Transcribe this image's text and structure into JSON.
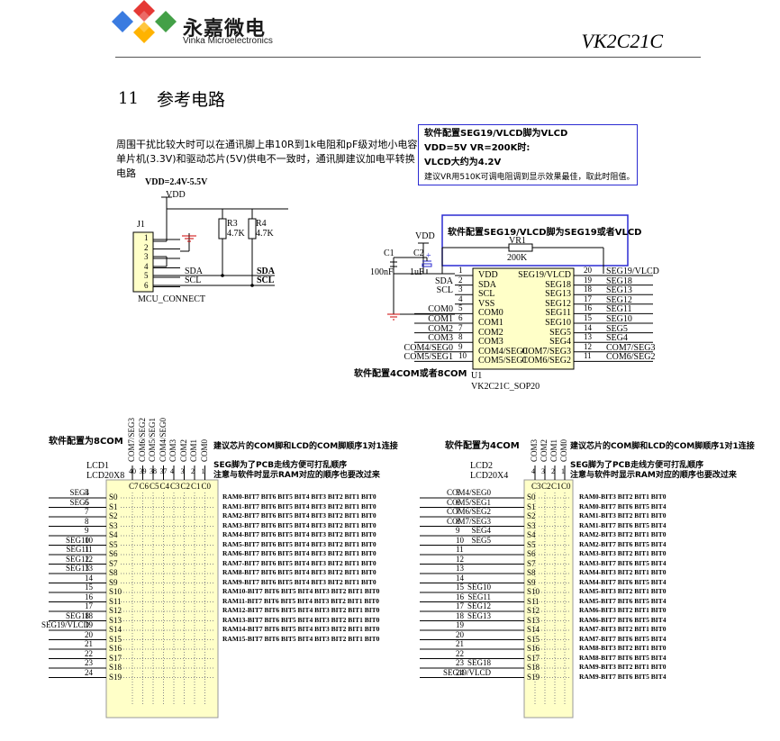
{
  "header": {
    "logo_text": "永嘉微电",
    "logo_subtitle": "Vinka Microelectronics",
    "doc_id": "VK2C21C",
    "logo_colors": [
      "#3a7be0",
      "#e53935",
      "#ffb300",
      "#43a047"
    ]
  },
  "section": {
    "number": "11",
    "title": "参考电路"
  },
  "note_interference": "周围干扰比较大时可以在通讯脚上串10R到1k电阻和pF级对地小电容单片机(3.3V)和驱动芯片(5V)供电不一致时，通讯脚建议加电平转换电路",
  "vlcd_note": {
    "line1": "软件配置SEG19/VLCD脚为VLCD",
    "line2": "VDD=5V VR=200K时:",
    "line3": "VLCD大约为4.2V",
    "line4": "建议VR用510K可调电阻调到显示效果最佳，取此时阻值。"
  },
  "mcu": {
    "vdd_range": "VDD=2.4V-5.5V",
    "vdd": "VDD",
    "connector": "J1",
    "pins": [
      "1",
      "2",
      "3",
      "4",
      "5",
      "6"
    ],
    "r3": "R3",
    "r3_val": "4.7K",
    "r4": "R4",
    "r4_val": "4.7K",
    "sda": "SDA",
    "scl": "SCL",
    "sda_out": "SDA",
    "scl_out": "SCL",
    "name": "MCU_CONNECT"
  },
  "ic": {
    "vr_note": "软件配置SEG19/VLCD脚为SEG19或者VLCD",
    "vr": "VR1",
    "vr_val": "200K",
    "vdd": "VDD",
    "c1": "C1",
    "c1_val": "100nF",
    "c2": "C2",
    "c2_val": "1uF",
    "plus": "+",
    "ref": "U1",
    "part": "VK2C21C_SOP20",
    "com_note": "软件配置4COM或者8COM",
    "left_pins": [
      {
        "num": "1",
        "name": "VDD",
        "net": ""
      },
      {
        "num": "2",
        "name": "SDA",
        "net": "SDA"
      },
      {
        "num": "3",
        "name": "SCL",
        "net": "SCL"
      },
      {
        "num": "4",
        "name": "VSS",
        "net": ""
      },
      {
        "num": "5",
        "name": "COM0",
        "net": "COM0"
      },
      {
        "num": "6",
        "name": "COM1",
        "net": "COM1"
      },
      {
        "num": "7",
        "name": "COM2",
        "net": "COM2"
      },
      {
        "num": "8",
        "name": "COM3",
        "net": "COM3"
      },
      {
        "num": "9",
        "name": "COM4/SEG0",
        "net": "COM4/SEG0"
      },
      {
        "num": "10",
        "name": "COM5/SEG1",
        "net": "COM5/SEG1"
      }
    ],
    "right_pins": [
      {
        "num": "20",
        "name": "SEG19/VLCD",
        "net": "SEG19/VLCD"
      },
      {
        "num": "19",
        "name": "SEG18",
        "net": "SEG18"
      },
      {
        "num": "18",
        "name": "SEG13",
        "net": "SEG13"
      },
      {
        "num": "17",
        "name": "SEG12",
        "net": "SEG12"
      },
      {
        "num": "16",
        "name": "SEG11",
        "net": "SEG11"
      },
      {
        "num": "15",
        "name": "SEG10",
        "net": "SEG10"
      },
      {
        "num": "14",
        "name": "SEG5",
        "net": "SEG5"
      },
      {
        "num": "13",
        "name": "SEG4",
        "net": "SEG4"
      },
      {
        "num": "12",
        "name": "COM7/SEG3",
        "net": "COM7/SEG3"
      },
      {
        "num": "11",
        "name": "COM6/SEG2",
        "net": "COM6/SEG2"
      }
    ]
  },
  "lcd8": {
    "config": "软件配置为8COM",
    "ref": "LCD1",
    "part": "LCD20X8",
    "note1": "建议芯片的COM脚和LCD的COM脚顺序1对1连接",
    "note2": "SEG脚为了PCB走线方便可打乱顺序",
    "note3": "注意与软件时显示RAM对应的顺序也要改过来",
    "top_nets": [
      "COM7/SEG3",
      "COM6/SEG2",
      "COM5/SEG1",
      "COM4/SEG0",
      "COM3",
      "COM2",
      "COM1",
      "COM0"
    ],
    "top_pins": [
      "40",
      "39",
      "38",
      "37",
      "4",
      "3",
      "2",
      "1"
    ],
    "com_labels": [
      "C7",
      "C6",
      "C5",
      "C4",
      "C3",
      "C2",
      "C1",
      "C0"
    ],
    "rows": [
      {
        "net": "SEG4",
        "pin": "5",
        "s": "S0",
        "ram": "RAM0-BIT7  BIT6  BIT5  BIT4  BIT3  BIT2  BIT1  BIT0"
      },
      {
        "net": "SEG5",
        "pin": "6",
        "s": "S1",
        "ram": "RAM1-BIT7  BIT6  BIT5  BIT4  BIT3  BIT2  BIT1  BIT0"
      },
      {
        "net": "",
        "pin": "7",
        "s": "S2",
        "ram": "RAM2-BIT7  BIT6  BIT5  BIT4  BIT3  BIT2  BIT1  BIT0"
      },
      {
        "net": "",
        "pin": "8",
        "s": "S3",
        "ram": "RAM3-BIT7  BIT6  BIT5  BIT4  BIT3  BIT2  BIT1  BIT0"
      },
      {
        "net": "",
        "pin": "9",
        "s": "S4",
        "ram": "RAM4-BIT7  BIT6  BIT5  BIT4  BIT3  BIT2  BIT1  BIT0"
      },
      {
        "net": "SEG10",
        "pin": "10",
        "s": "S5",
        "ram": "RAM5-BIT7  BIT6  BIT5  BIT4  BIT3  BIT2  BIT1  BIT0"
      },
      {
        "net": "SEG11",
        "pin": "11",
        "s": "S6",
        "ram": "RAM6-BIT7  BIT6  BIT5  BIT4  BIT3  BIT2  BIT1  BIT0"
      },
      {
        "net": "SEG12",
        "pin": "12",
        "s": "S7",
        "ram": "RAM7-BIT7  BIT6  BIT5  BIT4  BIT3  BIT2  BIT1  BIT0"
      },
      {
        "net": "SEG13",
        "pin": "13",
        "s": "S8",
        "ram": "RAM8-BIT7  BIT6  BIT5  BIT4  BIT3  BIT2  BIT1  BIT0"
      },
      {
        "net": "",
        "pin": "14",
        "s": "S9",
        "ram": "RAM9-BIT7  BIT6  BIT5  BIT4  BIT3  BIT2  BIT1  BIT0"
      },
      {
        "net": "",
        "pin": "15",
        "s": "S10",
        "ram": "RAM10-BIT7  BIT6  BIT5 BIT4 BIT3  BIT2  BIT1  BIT0"
      },
      {
        "net": "",
        "pin": "16",
        "s": "S11",
        "ram": "RAM11-BIT7  BIT6  BIT5 BIT4 BIT3  BIT2  BIT1  BIT0"
      },
      {
        "net": "",
        "pin": "17",
        "s": "S12",
        "ram": "RAM12-BIT7  BIT6  BIT5 BIT4 BIT3  BIT2  BIT1  BIT0"
      },
      {
        "net": "SEG18",
        "pin": "18",
        "s": "S13",
        "ram": "RAM13-BIT7  BIT6  BIT5 BIT4 BIT3  BIT2  BIT1  BIT0"
      },
      {
        "net": "SEG19/VLCD",
        "pin": "19",
        "s": "S14",
        "ram": "RAM14-BIT7  BIT6  BIT5 BIT4 BIT3  BIT2  BIT1  BIT0"
      },
      {
        "net": "",
        "pin": "20",
        "s": "S15",
        "ram": "RAM15-BIT7  BIT6  BIT5 BIT4 BIT3  BIT2  BIT1  BIT0"
      },
      {
        "net": "",
        "pin": "21",
        "s": "S16",
        "ram": ""
      },
      {
        "net": "",
        "pin": "22",
        "s": "S17",
        "ram": ""
      },
      {
        "net": "",
        "pin": "23",
        "s": "S18",
        "ram": ""
      },
      {
        "net": "",
        "pin": "24",
        "s": "S19",
        "ram": ""
      }
    ]
  },
  "lcd4": {
    "config": "软件配置为4COM",
    "ref": "LCD2",
    "part": "LCD20X4",
    "note1": "建议芯片的COM脚和LCD的COM脚顺序1对1连接",
    "note2": "SEG脚为了PCB走线方便可打乱顺序",
    "note3": "注意与软件时显示RAM对应的顺序也要改过来",
    "top_nets": [
      "COM3",
      "COM2",
      "COM1",
      "COM0"
    ],
    "top_pins": [
      "4",
      "3",
      "2",
      "1"
    ],
    "com_labels": [
      "C3",
      "C2",
      "C1",
      "C0"
    ],
    "rows": [
      {
        "net": "COM4/SEG0",
        "pin": "5",
        "s": "S0",
        "ram": "RAM0-BIT3  BIT2  BIT1  BIT0"
      },
      {
        "net": "COM5/SEG1",
        "pin": "6",
        "s": "S1",
        "ram": "RAM0-BIT7  BIT6  BIT5  BIT4"
      },
      {
        "net": "COM6/SEG2",
        "pin": "7",
        "s": "S2",
        "ram": "RAM1-BIT3  BIT2  BIT1  BIT0"
      },
      {
        "net": "COM7/SEG3",
        "pin": "8",
        "s": "S3",
        "ram": "RAM1-BIT7  BIT6  BIT5  BIT4"
      },
      {
        "net": "SEG4",
        "pin": "9",
        "s": "S4",
        "ram": "RAM2-BIT3  BIT2  BIT1  BIT0"
      },
      {
        "net": "SEG5",
        "pin": "10",
        "s": "S5",
        "ram": "RAM2-BIT7  BIT6  BIT5  BIT4"
      },
      {
        "net": "",
        "pin": "11",
        "s": "S6",
        "ram": "RAM3-BIT3  BIT2  BIT1  BIT0"
      },
      {
        "net": "",
        "pin": "12",
        "s": "S7",
        "ram": "RAM3-BIT7  BIT6  BIT5  BIT4"
      },
      {
        "net": "",
        "pin": "13",
        "s": "S8",
        "ram": "RAM4-BIT3  BIT2  BIT1  BIT0"
      },
      {
        "net": "",
        "pin": "14",
        "s": "S9",
        "ram": "RAM4-BIT7  BIT6  BIT5  BIT4"
      },
      {
        "net": "SEG10",
        "pin": "15",
        "s": "S10",
        "ram": "RAM5-BIT3  BIT2  BIT1  BIT0"
      },
      {
        "net": "SEG11",
        "pin": "16",
        "s": "S11",
        "ram": "RAM5-BIT7  BIT6  BIT5  BIT4"
      },
      {
        "net": "SEG12",
        "pin": "17",
        "s": "S12",
        "ram": "RAM6-BIT3  BIT2  BIT1  BIT0"
      },
      {
        "net": "SEG13",
        "pin": "18",
        "s": "S13",
        "ram": "RAM6-BIT7  BIT6  BIT5  BIT4"
      },
      {
        "net": "",
        "pin": "19",
        "s": "S14",
        "ram": "RAM7-BIT3  BIT2  BIT1  BIT0"
      },
      {
        "net": "",
        "pin": "20",
        "s": "S15",
        "ram": "RAM7-BIT7  BIT6  BIT5  BIT4"
      },
      {
        "net": "",
        "pin": "21",
        "s": "S16",
        "ram": "RAM8-BIT3  BIT2  BIT1  BIT0"
      },
      {
        "net": "",
        "pin": "22",
        "s": "S17",
        "ram": "RAM8-BIT7  BIT6  BIT5  BIT4"
      },
      {
        "net": "SEG18",
        "pin": "23",
        "s": "S18",
        "ram": "RAM9-BIT3  BIT2  BIT1  BIT0"
      },
      {
        "net": "SEG19/VLCD",
        "pin": "24",
        "s": "S19",
        "ram": "RAM9-BIT7  BIT6  BIT5  BIT4"
      }
    ]
  }
}
